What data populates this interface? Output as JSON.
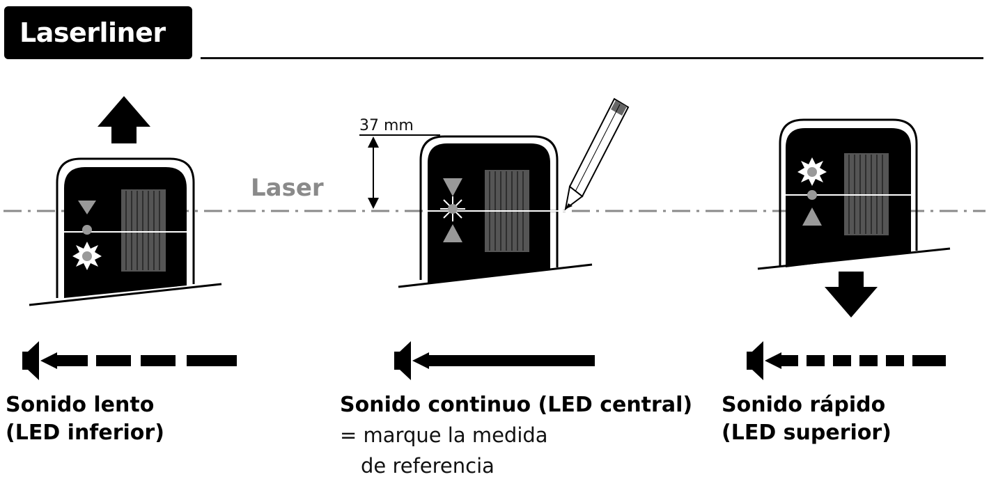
{
  "header": {
    "brand": "Laserliner"
  },
  "laser_label": "Laser",
  "dimension_label": "37 mm",
  "panels": [
    {
      "id": "left",
      "caption_line1": "Sonido lento",
      "caption_line2": "(LED inferior)",
      "device_motion": "up",
      "active_led": "lower",
      "sound_pattern": "long-dashes"
    },
    {
      "id": "center",
      "caption_line1": "Sonido continuo (LED central)",
      "note_line1": "=  marque la medida",
      "note_line2": "de referencia",
      "device_motion": "none",
      "active_led": "center",
      "sound_pattern": "continuous",
      "tool_icon": "pencil-icon"
    },
    {
      "id": "right",
      "caption_line1": "Sonido rápido",
      "caption_line2": "(LED superior)",
      "device_motion": "down",
      "active_led": "upper",
      "sound_pattern": "short-dashes"
    }
  ],
  "colors": {
    "device": "#000000",
    "laser_line": "#8a8a8a",
    "detector": "#5a5a5a"
  }
}
